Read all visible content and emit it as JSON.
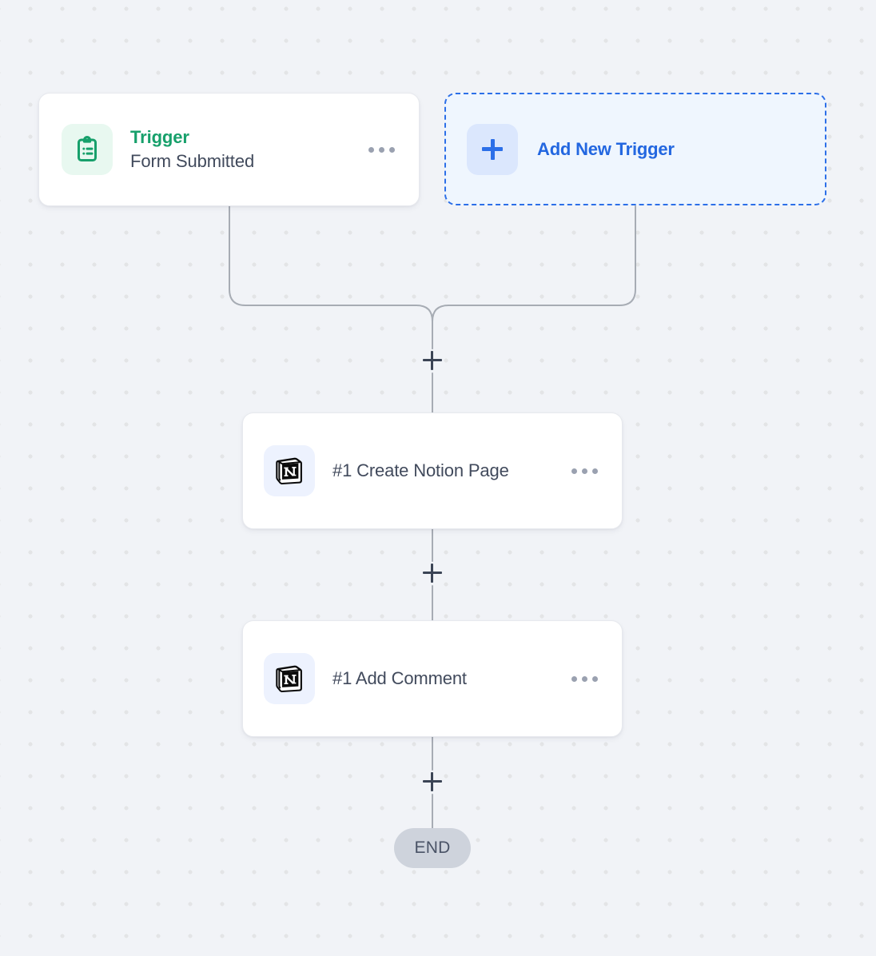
{
  "canvas": {
    "background_color": "#F1F3F7",
    "dot_color": "#E3E4E6",
    "connector_color": "#A7ACB4"
  },
  "triggers": {
    "existing": {
      "kicker": "Trigger",
      "kicker_color": "#17A06B",
      "name": "Form Submitted",
      "icon": "clipboard-list-icon",
      "icon_tile_color": "#E8F8F0",
      "menu_icon": "ellipsis-icon"
    },
    "add_new": {
      "label": "Add New Trigger",
      "icon": "plus-icon",
      "accent_color": "#2C6FE8",
      "fill_color": "#EFF6FE"
    }
  },
  "actions": [
    {
      "title": "#1 Create Notion Page",
      "icon": "notion-logo-icon",
      "icon_tile_color": "#EDF2FE",
      "menu_icon": "ellipsis-icon"
    },
    {
      "title": "#1 Add Comment",
      "icon": "notion-logo-icon",
      "icon_tile_color": "#EDF2FE",
      "menu_icon": "ellipsis-icon"
    }
  ],
  "edge_buttons": [
    {
      "name": "add-step-after-triggers",
      "icon": "plus-icon"
    },
    {
      "name": "add-step-between-actions",
      "icon": "plus-icon"
    },
    {
      "name": "add-step-before-end",
      "icon": "plus-icon"
    }
  ],
  "end_node": {
    "label": "END",
    "background_color": "#CED3DC",
    "text_color": "#4A5366"
  }
}
